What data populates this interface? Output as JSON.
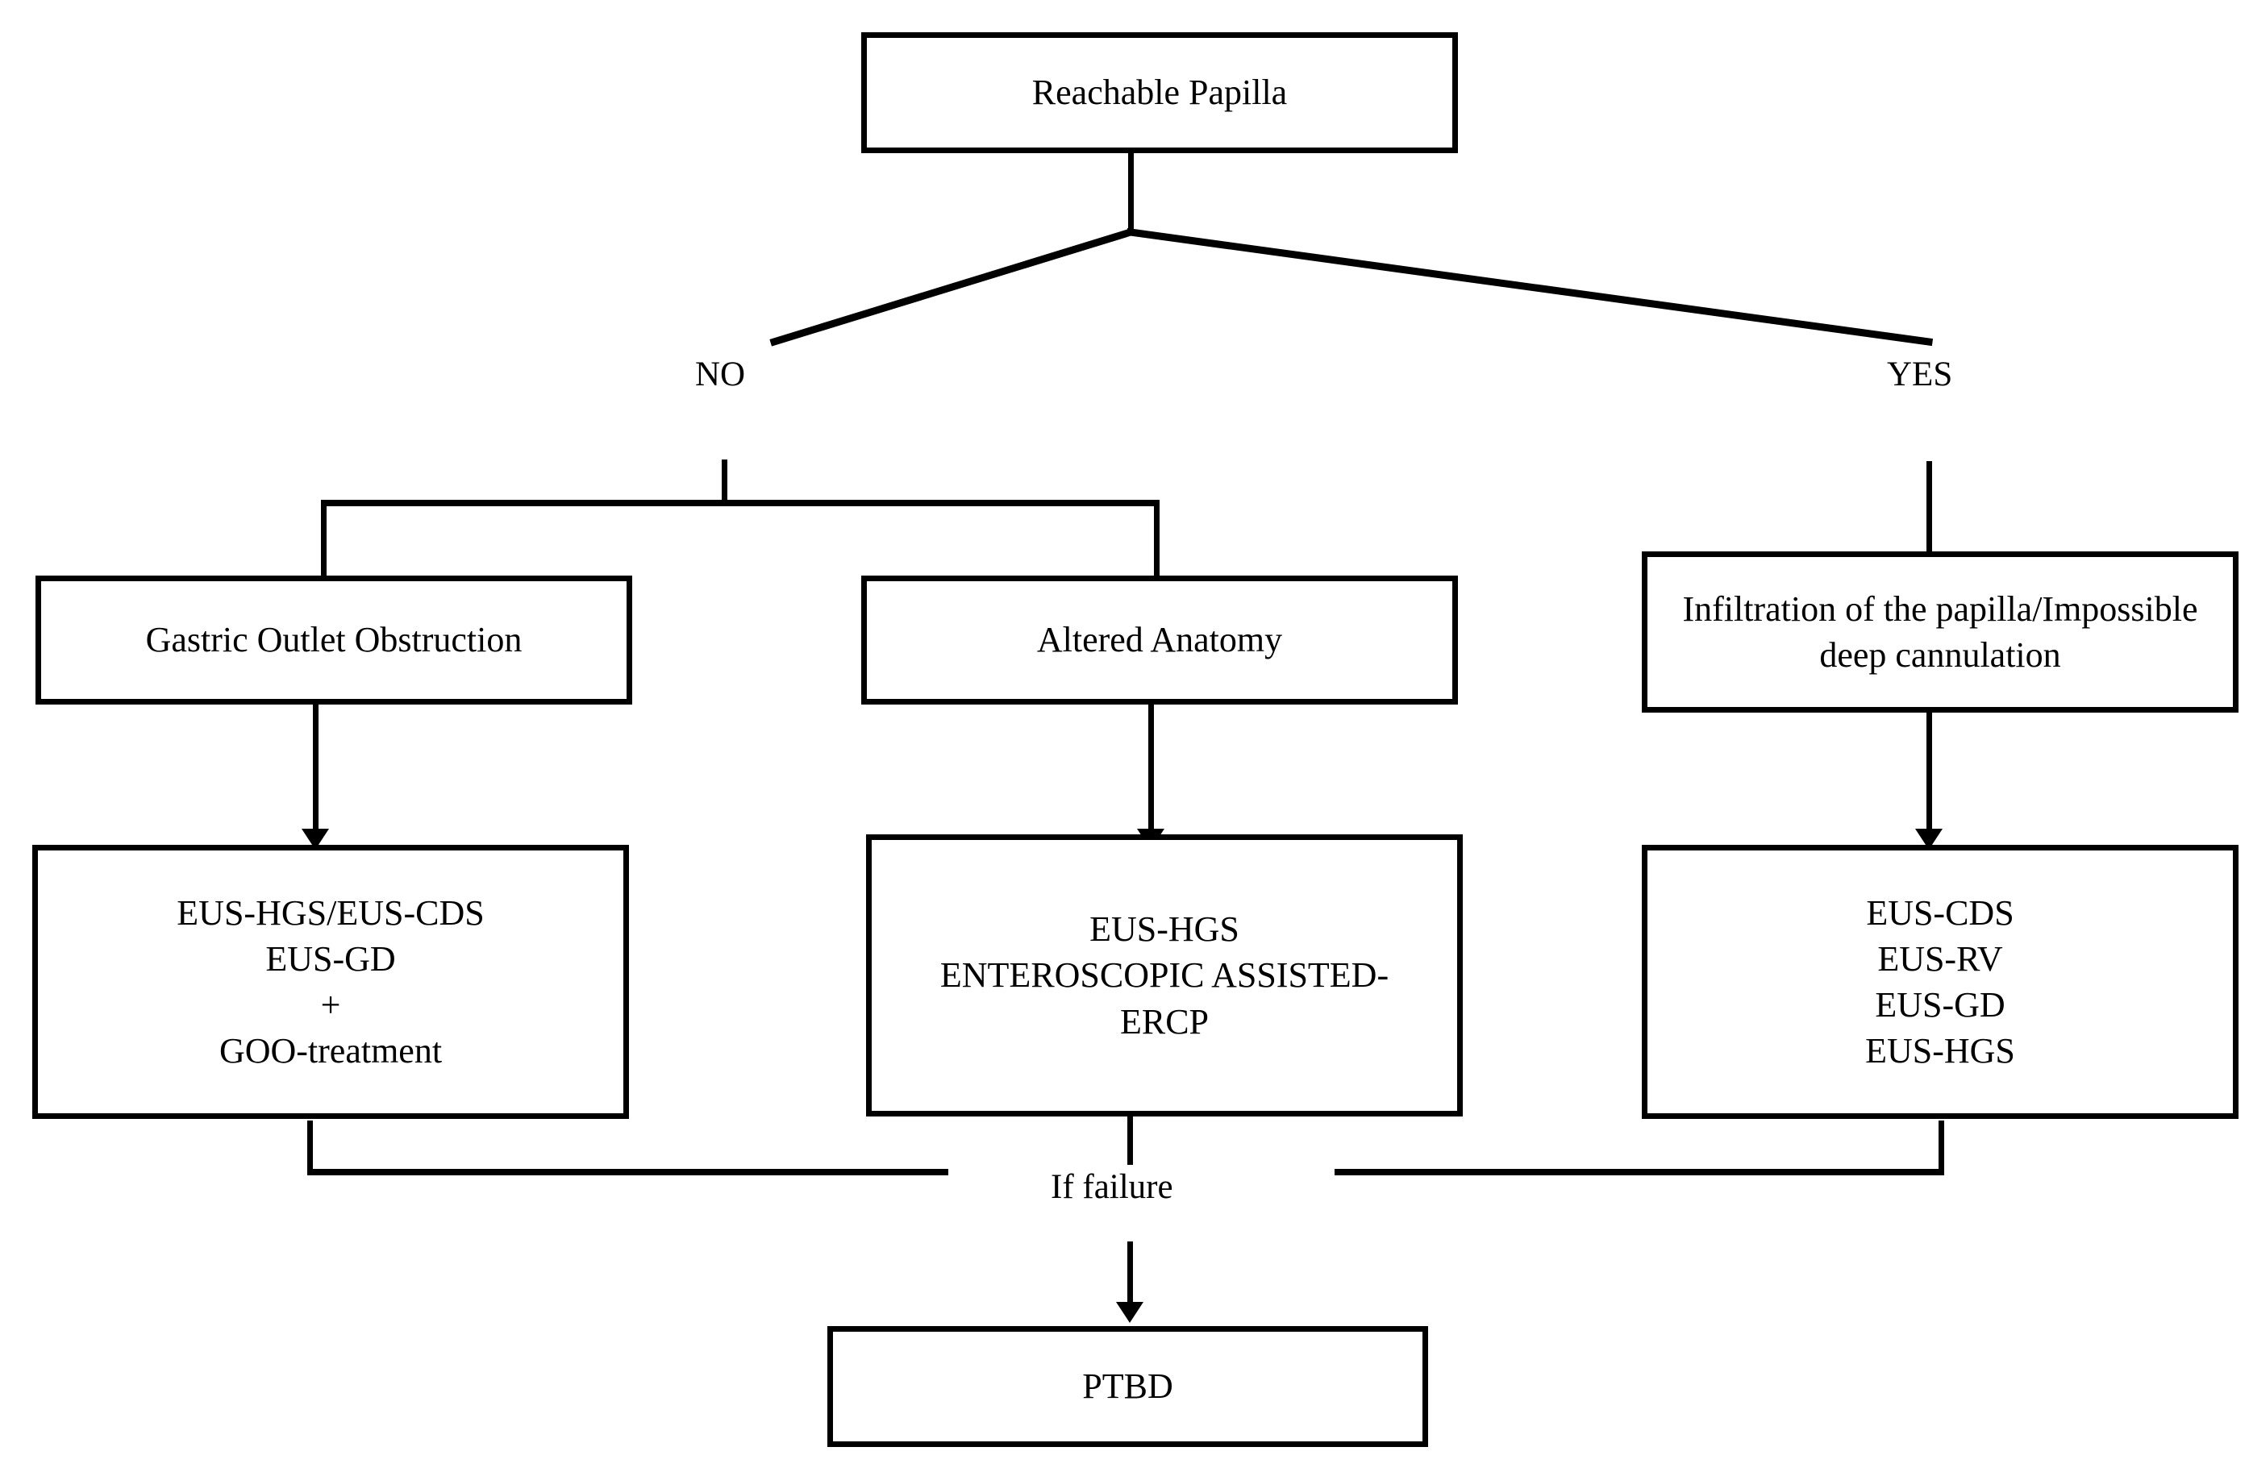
{
  "diagram": {
    "title": "Reachable Papilla decision algorithm",
    "stroke_color": "#000000",
    "background_color": "#ffffff"
  },
  "nodes": {
    "root": {
      "label": "Reachable Papilla",
      "lines": [
        "Reachable Papilla"
      ]
    },
    "gastric_outlet_obstruction": {
      "label": "Gastric Outlet Obstruction",
      "lines": [
        "Gastric Outlet Obstruction"
      ]
    },
    "altered_anatomy": {
      "label": "Altered Anatomy",
      "lines": [
        "Altered Anatomy"
      ]
    },
    "infiltration": {
      "label": "Infiltration of the papilla/Impossible deep cannulation",
      "lines": [
        "Infiltration of the papilla/Impossible",
        "deep cannulation"
      ]
    },
    "goo_treatment": {
      "label": "EUS-HGS/EUS-CDS EUS-GD + GOO-treatment",
      "lines": [
        "EUS-HGS/EUS-CDS",
        "EUS-GD",
        "+",
        "GOO-treatment"
      ]
    },
    "altered_treatment": {
      "label": "EUS-HGS ENTEROSCOPIC ASSISTED-ERCP",
      "lines": [
        "EUS-HGS",
        "ENTEROSCOPIC ASSISTED-",
        "ERCP"
      ]
    },
    "infiltration_treatment": {
      "label": "EUS-CDS EUS-RV EUS-GD EUS-HGS",
      "lines": [
        "EUS-CDS",
        "EUS-RV",
        "EUS-GD",
        "EUS-HGS"
      ]
    },
    "ptbd": {
      "label": "PTBD",
      "lines": [
        "PTBD"
      ]
    }
  },
  "edge_labels": {
    "no": "NO",
    "yes": "YES",
    "if_failure": "If failure"
  }
}
